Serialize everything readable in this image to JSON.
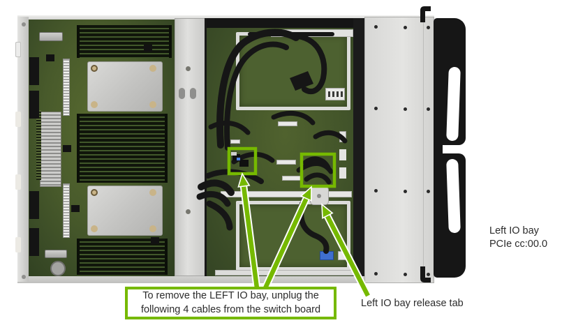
{
  "annotations": {
    "callout": {
      "line1": "To remove the LEFT IO bay, unplug the",
      "line2": "following 4 cables from the switch board"
    },
    "release_tab_label": "Left IO bay release tab",
    "side_label": {
      "line1": "Left IO bay",
      "line2": "PCIe cc:00.0"
    },
    "colors": {
      "annotation_green": "#76b900",
      "pcb_green": "#46592b",
      "chassis_gray": "#d8d8d6",
      "handle_black": "#161616"
    }
  }
}
